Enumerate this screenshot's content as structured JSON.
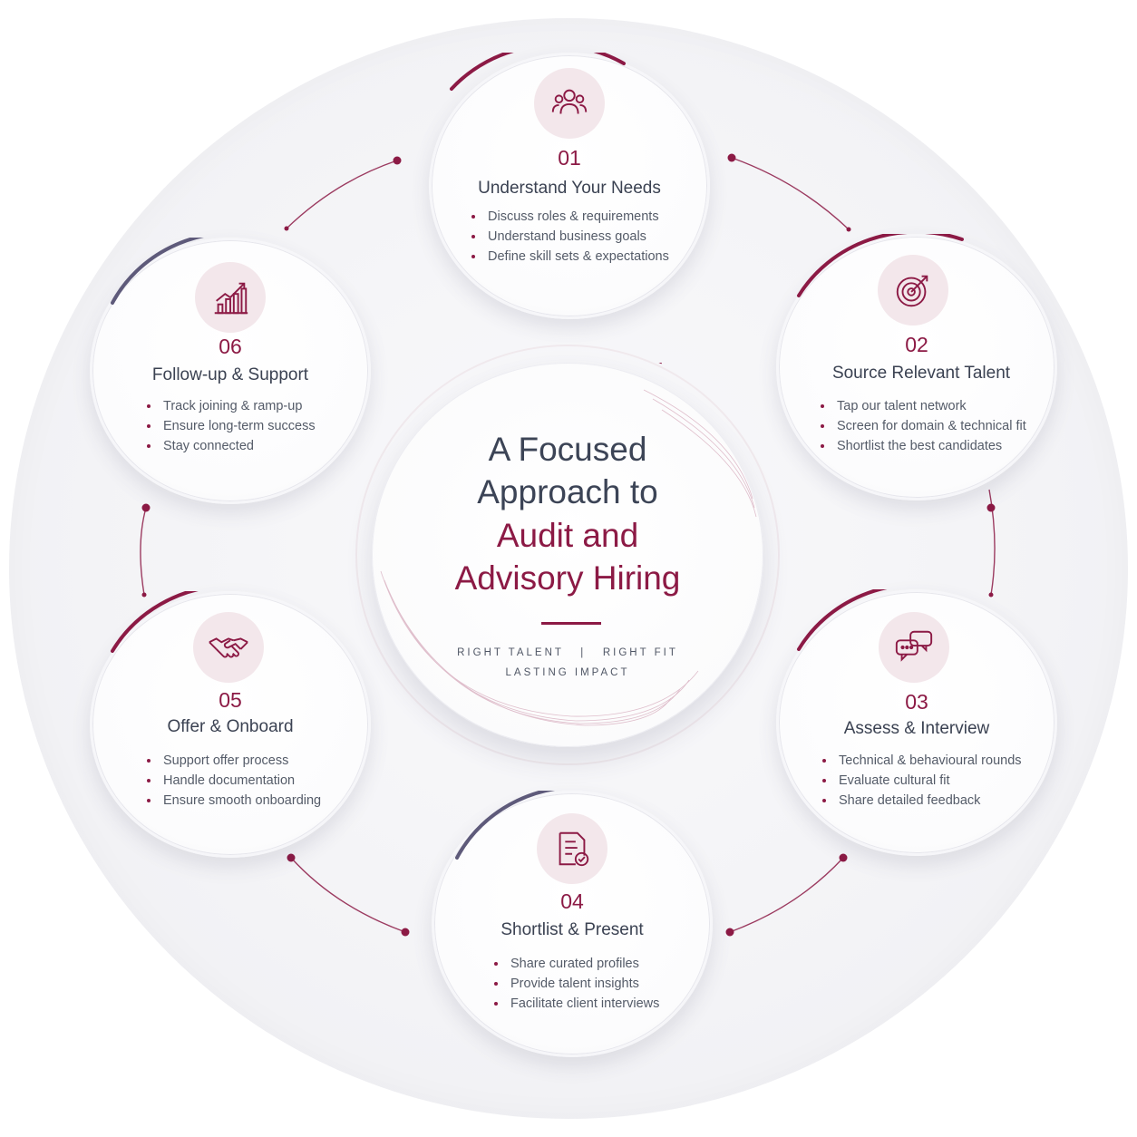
{
  "center": {
    "title_line1": "A Focused",
    "title_line2": "Approach to",
    "title_line3": "Audit and",
    "title_line4": "Advisory Hiring",
    "tagline_line1": "RIGHT TALENT   |   RIGHT FIT",
    "tagline_line2": "LASTING IMPACT"
  },
  "colors": {
    "accent": "#8c1a45",
    "slate": "#5e5a7a",
    "text": "#3c4456"
  },
  "steps": [
    {
      "number": "01",
      "title": "Understand Your Needs",
      "icon": "people-icon",
      "bullets": [
        "Discuss roles & requirements",
        "Understand business goals",
        "Define skill sets & expectations"
      ]
    },
    {
      "number": "02",
      "title": "Source Relevant Talent",
      "icon": "target-icon",
      "bullets": [
        "Tap our talent network",
        "Screen for domain & technical fit",
        "Shortlist the best candidates"
      ]
    },
    {
      "number": "03",
      "title": "Assess & Interview",
      "icon": "chat-bubbles-icon",
      "bullets": [
        "Technical & behavioural rounds",
        "Evaluate cultural fit",
        "Share detailed feedback"
      ]
    },
    {
      "number": "04",
      "title": "Shortlist & Present",
      "icon": "document-check-icon",
      "bullets": [
        "Share curated profiles",
        "Provide talent insights",
        "Facilitate client interviews"
      ]
    },
    {
      "number": "05",
      "title": "Offer & Onboard",
      "icon": "handshake-icon",
      "bullets": [
        "Support offer process",
        "Handle documentation",
        "Ensure smooth onboarding"
      ]
    },
    {
      "number": "06",
      "title": "Follow-up & Support",
      "icon": "growth-chart-icon",
      "bullets": [
        "Track joining & ramp-up",
        "Ensure long-term success",
        "Stay connected"
      ]
    }
  ]
}
